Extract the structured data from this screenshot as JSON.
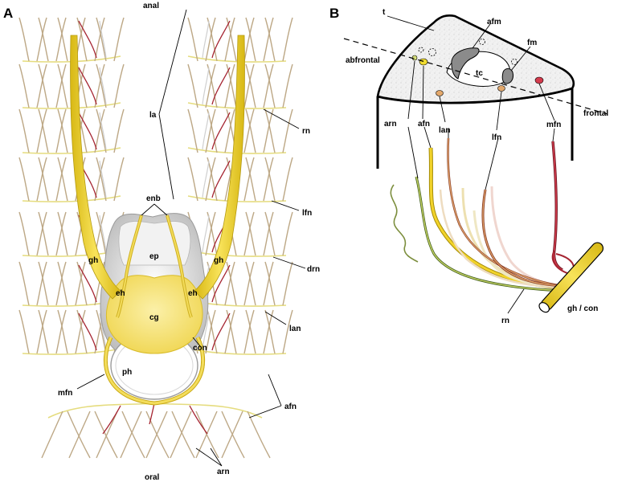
{
  "panels": {
    "a": "A",
    "b": "B"
  },
  "panel_a": {
    "anal": "anal",
    "oral": "oral",
    "la": "la",
    "rn": "rn",
    "lfn": "lfn",
    "enb": "enb",
    "ep": "ep",
    "gh_left": "gh",
    "gh_right": "gh",
    "drn": "drn",
    "eh_left": "eh",
    "eh_right": "eh",
    "cg": "cg",
    "lan": "lan",
    "con": "con",
    "ph": "ph",
    "afn": "afn",
    "mfn": "mfn",
    "arn": "arn"
  },
  "panel_b": {
    "t": "t",
    "afm": "afm",
    "fm": "fm",
    "abfrontal": "abfrontal",
    "tc": "tc",
    "frontal": "frontal",
    "arn": "arn",
    "afn": "afn",
    "lan": "lan",
    "lfn": "lfn",
    "mfn": "mfn",
    "gh_con": "gh / con",
    "rn": "rn"
  },
  "colors": {
    "ganglion_yellow": "#f7e37a",
    "nerve_yellow": "#e8c81e",
    "nerve_red": "#a52431",
    "tentacle_tan": "#bda886",
    "lateral_orange": "#e3a86b",
    "arn_green": "#6f8a2a"
  }
}
